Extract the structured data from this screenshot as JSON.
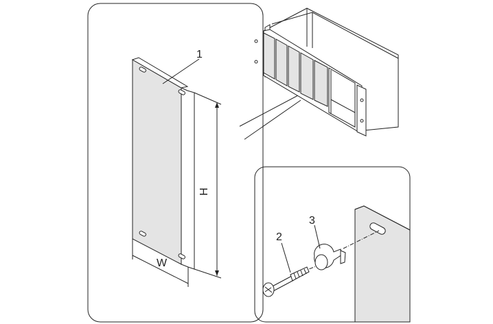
{
  "labels": {
    "panel": "1",
    "screw": "2",
    "nut": "3",
    "height": "H",
    "width": "W"
  },
  "colors": {
    "panel_fill": "#e4e4e4",
    "line": "#222222"
  }
}
